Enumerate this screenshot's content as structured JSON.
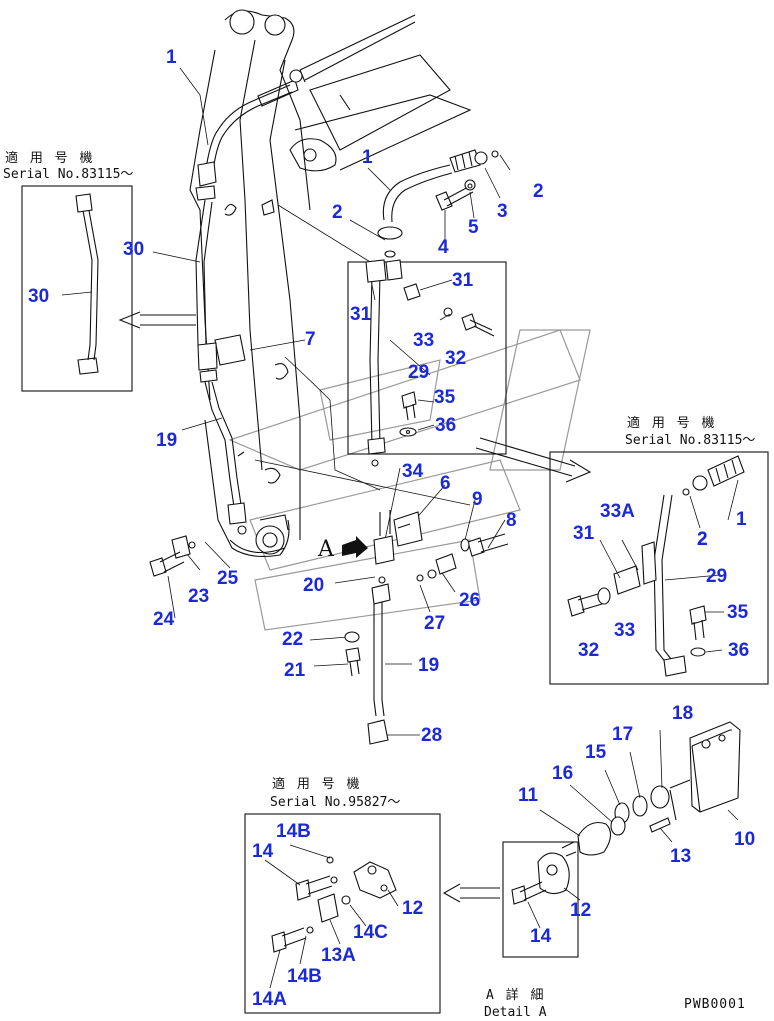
{
  "serial_boxes": [
    {
      "jp": "適 用 号 機",
      "en": "Serial No.83115～"
    },
    {
      "jp": "適 用 号 機",
      "en": "Serial No.83115～"
    },
    {
      "jp": "適 用 号 機",
      "en": "Serial No.95827～"
    }
  ],
  "detail": {
    "letter": "A",
    "jp": "A 詳 細",
    "en": "Detail A"
  },
  "drawing_code": "PWB0001",
  "labels": {
    "main": [
      "1",
      "1",
      "2",
      "3",
      "4",
      "5",
      "2",
      "31",
      "31",
      "33",
      "32",
      "29",
      "35",
      "36",
      "7",
      "30",
      "19",
      "34",
      "6",
      "9",
      "8",
      "20",
      "26",
      "27",
      "22",
      "21",
      "19",
      "28",
      "23",
      "25",
      "24",
      "2"
    ],
    "left_inset": [
      "30"
    ],
    "right_inset": [
      "1",
      "33A",
      "31",
      "2",
      "29",
      "35",
      "32",
      "33",
      "36"
    ],
    "valve": [
      "18",
      "17",
      "15",
      "16",
      "11",
      "10",
      "13",
      "12",
      "14"
    ],
    "bottom_inset": [
      "14B",
      "14",
      "12",
      "14C",
      "13A",
      "14B",
      "14A"
    ]
  }
}
